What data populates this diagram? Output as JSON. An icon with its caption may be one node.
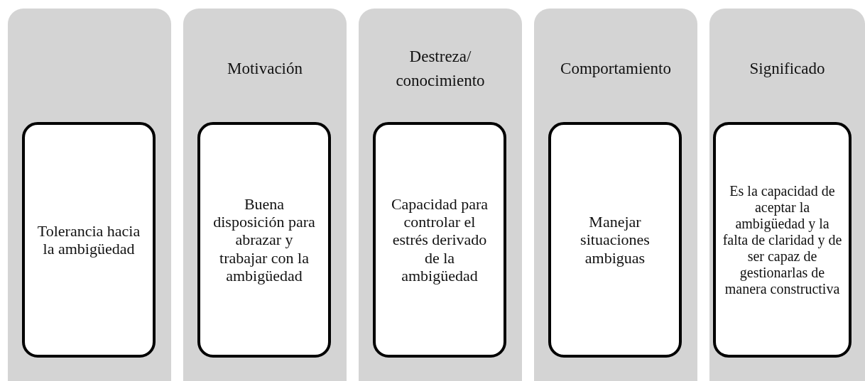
{
  "diagram": {
    "nodes": [
      {
        "text": [],
        "shape": "box"
      },
      {
        "text": [
          "Tolerancia hacia la ambigüedad"
        ],
        "in": 0
      },
      {
        "text": [
          "Motivación"
        ]
      },
      {
        "text": [
          "Buena disposición para abrazar y trabajar con la ambigüedad"
        ],
        "in": 2
      },
      {
        "text": [
          "Destreza/ conocimiento"
        ]
      },
      {
        "text": [
          "Capacidad para controlar el estrés derivado de la ambigüedad"
        ],
        "in": 4
      },
      {
        "text": [
          "Comportamiento"
        ]
      },
      {
        "text": [
          "Manejar situaciones ambiguas"
        ],
        "in": 6
      },
      {
        "text": [
          "Significado"
        ]
      },
      {
        "text": [
          "Es la capacidad de aceptar la ambigüedad y la falta de claridad y de ser capaz de gestionarlas de manera constructiva"
        ],
        "in": 8
      }
    ],
    "edges": []
  }
}
